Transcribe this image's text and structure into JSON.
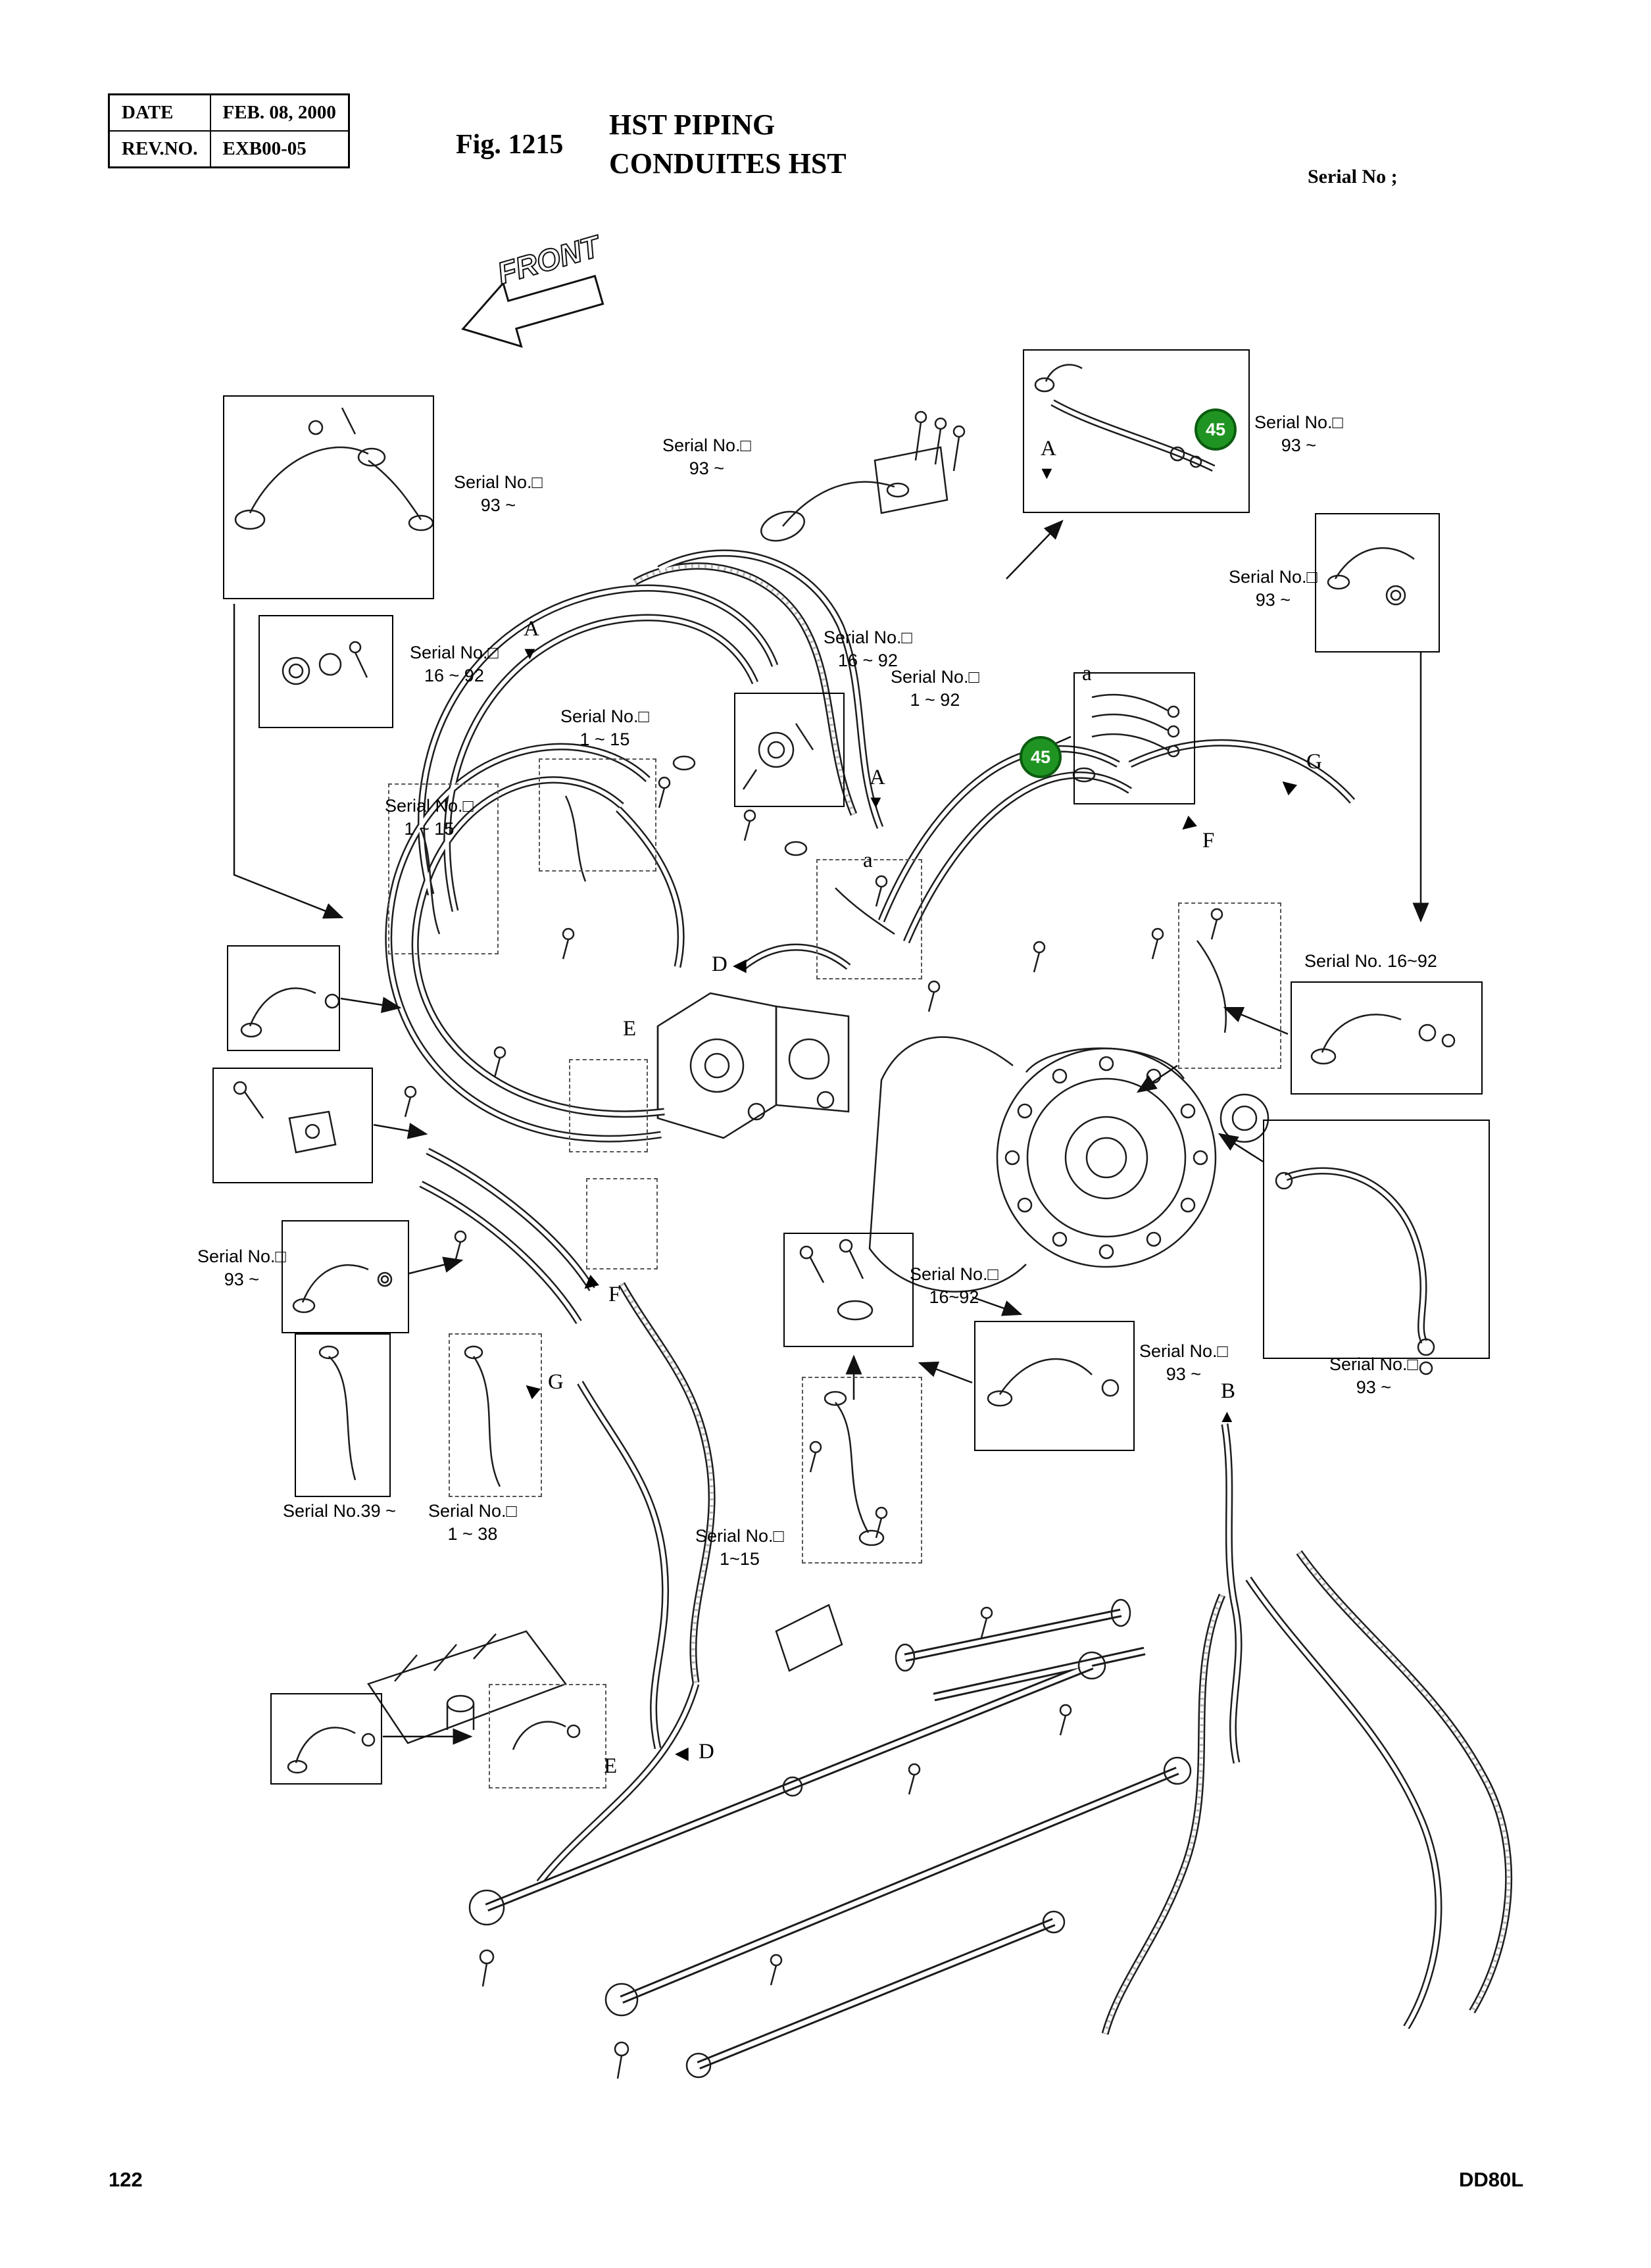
{
  "header": {
    "date_label": "DATE",
    "date_value": "FEB. 08, 2000",
    "rev_label": "REV.NO.",
    "rev_value": "EXB00-05",
    "fig_label": "Fig. 1215",
    "title_en": "HST PIPING",
    "title_fr": "CONDUITES HST",
    "serial_heading": "Serial No ;"
  },
  "front_label": "FRONT",
  "figure": {
    "badge_45": "45",
    "badge_color": "#1f9422",
    "serial_labels": [
      {
        "line1": "Serial No.□",
        "line2": "93 ~"
      },
      {
        "line1": "Serial No.□",
        "line2": "93 ~"
      },
      {
        "line1": "Serial No.□",
        "line2": "93 ~"
      },
      {
        "line1": "Serial No.□",
        "line2": "93 ~"
      },
      {
        "line1": "Serial No.□",
        "line2": "16 ~ 92"
      },
      {
        "line1": "Serial No.□",
        "line2": "16 ~ 92"
      },
      {
        "line1": "Serial No.□",
        "line2": "1 ~ 92"
      },
      {
        "line1": "Serial No.□",
        "line2": "1 ~ 15"
      },
      {
        "line1": "Serial No.□",
        "line2": "1 ~ 15"
      },
      {
        "line1": "Serial No. 16~92",
        "line2": ""
      },
      {
        "line1": "Serial No.□",
        "line2": "93 ~"
      },
      {
        "line1": "Serial No.□",
        "line2": "16~92"
      },
      {
        "line1": "Serial No.□",
        "line2": "93 ~"
      },
      {
        "line1": "Serial No.□",
        "line2": "93 ~"
      },
      {
        "line1": "Serial No.39 ~",
        "line2": ""
      },
      {
        "line1": "Serial No.□",
        "line2": "1 ~ 38"
      },
      {
        "line1": "Serial No.□",
        "line2": "1~15"
      }
    ],
    "letter_markers": [
      "A",
      "A",
      "A",
      "a",
      "a",
      "G",
      "F",
      "D",
      "E",
      "F",
      "G",
      "B",
      "E",
      "D"
    ]
  },
  "icons": {
    "down_arrow": "▼",
    "up_arrow": "▲",
    "left_arrow": "◀"
  },
  "footer": {
    "page_number": "122",
    "model_code": "DD80L"
  }
}
